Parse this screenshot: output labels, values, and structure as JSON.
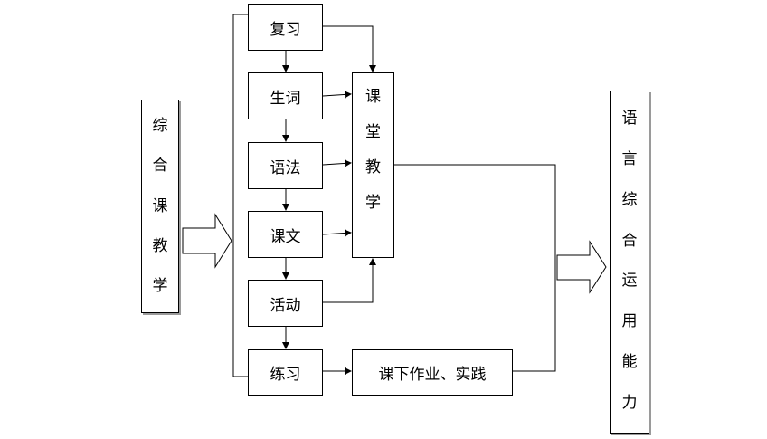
{
  "left_box": {
    "chars": [
      "综",
      "合",
      "课",
      "教",
      "学"
    ]
  },
  "steps": {
    "review": "复习",
    "new_words": "生词",
    "grammar": "语法",
    "text": "课文",
    "activity": "活动",
    "practice": "练习"
  },
  "classroom": {
    "chars": [
      "课",
      "堂",
      "教",
      "学"
    ]
  },
  "homework": "课下作业、实践",
  "result": {
    "chars": [
      "语",
      "言",
      "综",
      "合",
      "运",
      "用",
      "能",
      "力"
    ]
  }
}
